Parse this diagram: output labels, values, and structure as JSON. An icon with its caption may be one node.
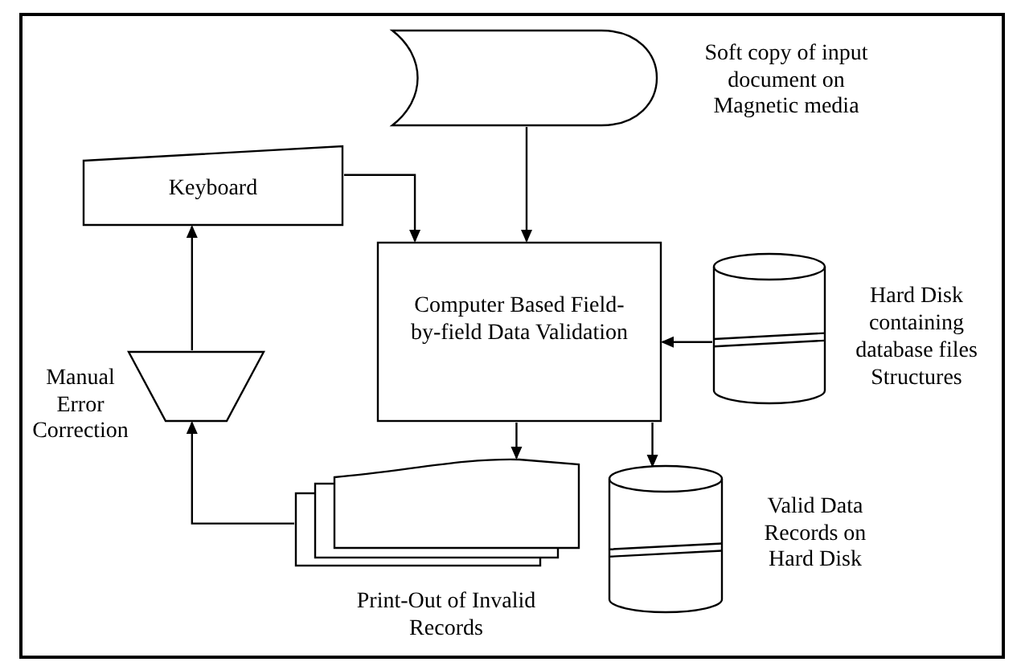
{
  "diagram": {
    "nodes": [
      {
        "text": [],
        "shape": "storage",
        "beside": [
          "Soft copy of input document on Magnetic media"
        ]
      },
      {
        "text": [
          "Keyboard"
        ]
      },
      {
        "text": [
          "Computer Based Field-by-field Data Validation"
        ]
      },
      {
        "text": [],
        "shape": "cylinder",
        "beside": [
          "Hard Disk containing database files Structures"
        ]
      },
      {
        "text": [],
        "shape": "trapezoid",
        "beside": [
          "Manual Error Correction"
        ]
      },
      {
        "text": [],
        "shape": "document",
        "beside": [
          "Print-Out of Invalid Records"
        ]
      },
      {
        "text": [],
        "shape": "cylinder",
        "beside": [
          "Valid Data Records on Hard Disk"
        ]
      }
    ],
    "edges": [
      {
        "from": 0,
        "to": 2,
        "arrow": "to"
      },
      {
        "from": 1,
        "to": 2,
        "arrow": "to"
      },
      {
        "from": 3,
        "to": 2,
        "arrow": "to"
      },
      {
        "from": 2,
        "to": 5,
        "arrow": "to"
      },
      {
        "from": 2,
        "to": 6,
        "arrow": "to"
      },
      {
        "from": 5,
        "to": 4,
        "arrow": "to"
      },
      {
        "from": 4,
        "to": 1,
        "arrow": "to"
      }
    ]
  }
}
